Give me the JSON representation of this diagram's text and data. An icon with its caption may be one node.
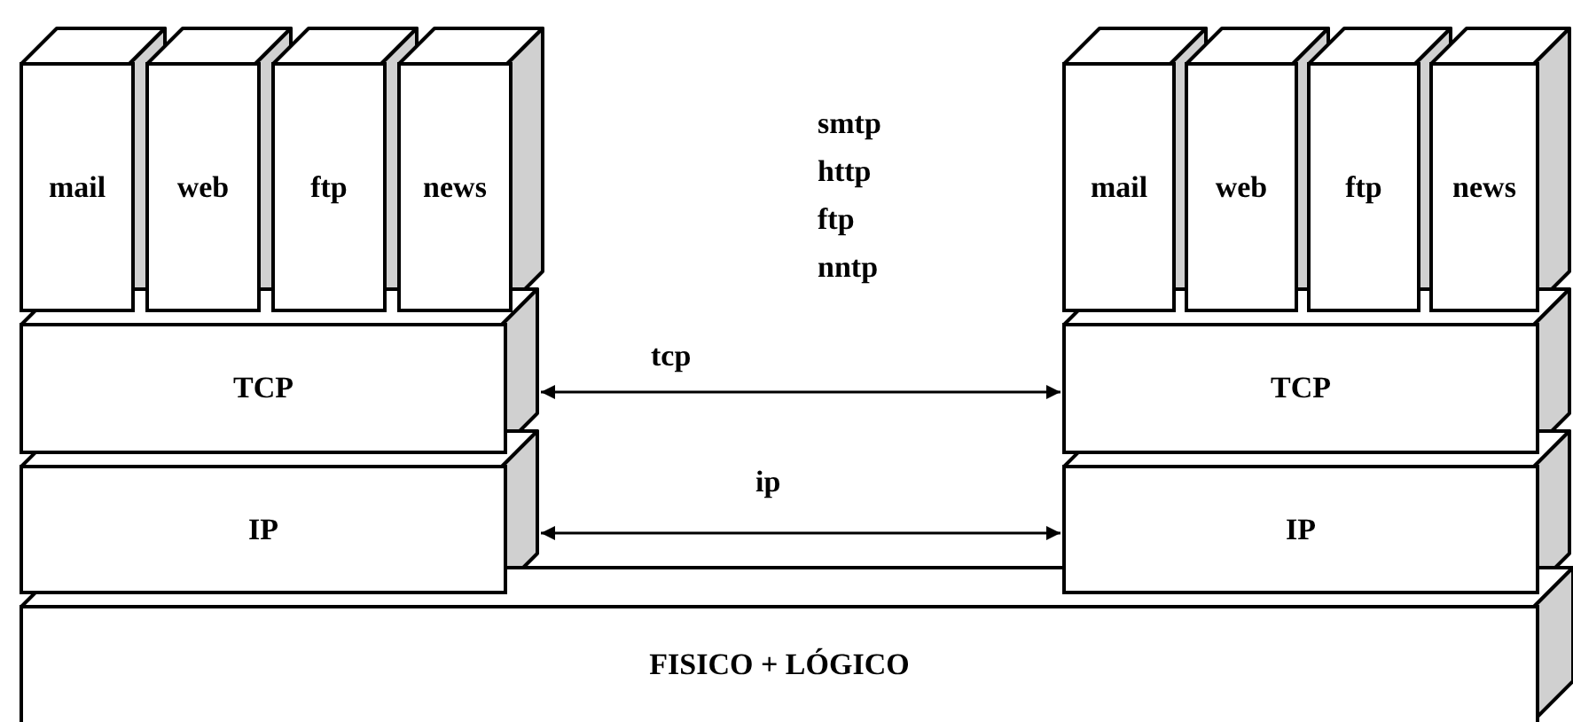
{
  "diagram": {
    "nodes": [
      {
        "text": [
          "mail"
        ]
      },
      {
        "text": [
          "web"
        ]
      },
      {
        "text": [
          "ftp"
        ]
      },
      {
        "text": [
          "news"
        ]
      },
      {
        "text": [
          "TCP"
        ]
      },
      {
        "text": [
          "IP"
        ]
      },
      {
        "text": [
          "mail"
        ]
      },
      {
        "text": [
          "web"
        ]
      },
      {
        "text": [
          "ftp"
        ]
      },
      {
        "text": [
          "news"
        ]
      },
      {
        "text": [
          "TCP"
        ]
      },
      {
        "text": [
          "IP"
        ]
      },
      {
        "text": [
          "FISICO + LÓGICO"
        ]
      }
    ],
    "edges": [
      {
        "from": 4,
        "to": 10,
        "arrow": "both",
        "label": "tcp"
      },
      {
        "from": 5,
        "to": 11,
        "arrow": "both",
        "label": "ip"
      }
    ],
    "labels": [
      "smtp",
      "http",
      "ftp",
      "nntp"
    ]
  }
}
